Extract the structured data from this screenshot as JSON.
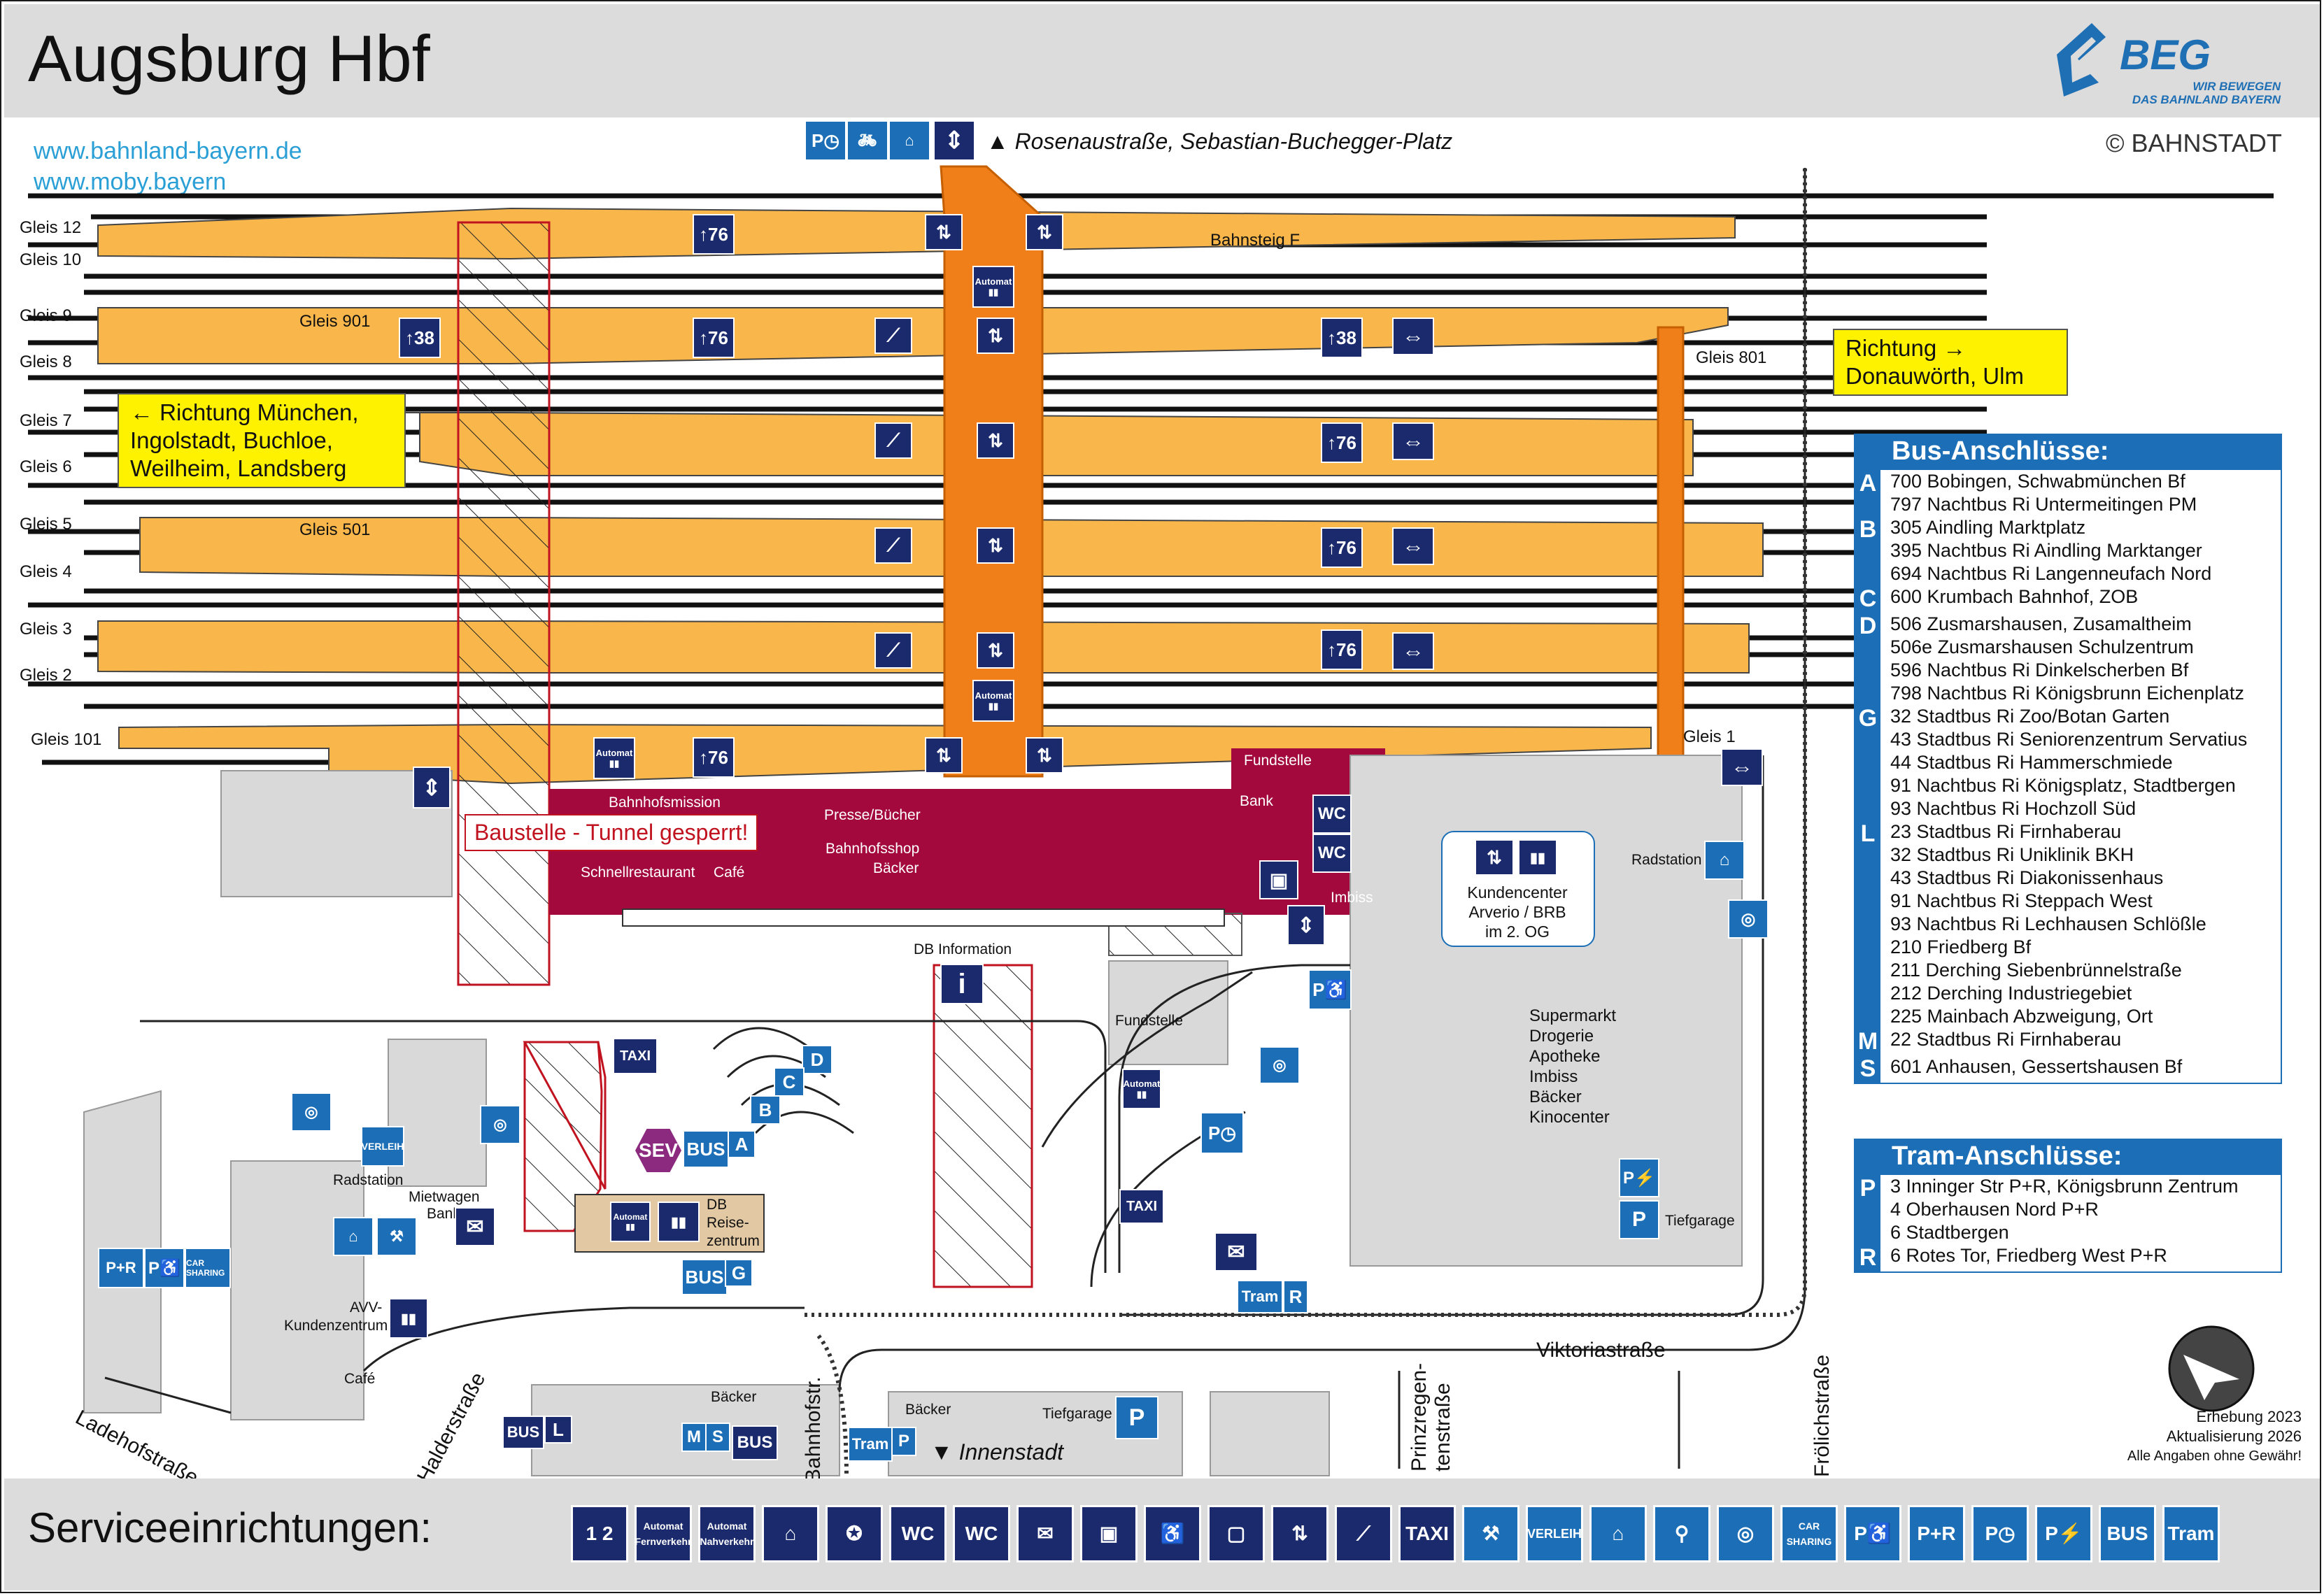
{
  "title": "Augsburg Hbf",
  "links": [
    "www.bahnland-bayern.de",
    "www.moby.bayern"
  ],
  "brand": {
    "name": "BEG",
    "slogan_1": "WIR BEWEGEN",
    "slogan_2": "DAS BAHNLAND BAYERN",
    "copyright": "© BAHNSTADT"
  },
  "colors": {
    "platform": "#f9b64a",
    "tunnel": "#f07f1a",
    "building_red": "#a3093d",
    "navy": "#1a2a6c",
    "blue": "#1c6fb7",
    "yellow": "#fff200",
    "grey_area": "#d9d9d9",
    "construction": "#c1121f",
    "sev": "#8b2a7e"
  },
  "north_entry": {
    "label": "Rosenaustraße, Sebastian-Buchegger-Platz",
    "icons": [
      "parking-time-icon",
      "bicycle-icon",
      "bicycle-rental-icon",
      "elevator-icon"
    ]
  },
  "tracks": [
    {
      "label": "Gleis 12"
    },
    {
      "label": "Gleis 10"
    },
    {
      "label": "Gleis 9"
    },
    {
      "label": "Gleis 8"
    },
    {
      "label": "Gleis 7"
    },
    {
      "label": "Gleis 6"
    },
    {
      "label": "Gleis 5"
    },
    {
      "label": "Gleis 4"
    },
    {
      "label": "Gleis 3"
    },
    {
      "label": "Gleis 2"
    },
    {
      "label": "Gleis 101"
    }
  ],
  "track_extra": {
    "g901": "Gleis 901",
    "g501": "Gleis 501",
    "g801": "Gleis 801",
    "g1": "Gleis 1",
    "bahnsteig_f": "Bahnsteig F"
  },
  "direction_boxes": {
    "muenchen": [
      "← Richtung München,",
      "Ingolstadt, Buchloe,",
      "Weilheim, Landsberg"
    ],
    "ulm": [
      "Richtung           →",
      "Donauwörth, Ulm"
    ]
  },
  "platform_heights": {
    "h76": "76",
    "h38": "38"
  },
  "automat": "Automat",
  "building_labels": {
    "bahnhofsmission": "Bahnhofsmission",
    "presse": "Presse/Bücher",
    "bahnhofsshop": "Bahnhofsshop",
    "baecker": "Bäcker",
    "schnellrestaurant": "Schnellrestaurant",
    "cafe": "Café",
    "fundstelle": "Fundstelle",
    "bank": "Bank",
    "imbiss": "Imbiss",
    "wc": "WC",
    "db_information": "DB Information",
    "fundstelle2": "Fundstelle",
    "radstation": "Radstation",
    "radstation2": "Radstation",
    "mietwagen": "Mietwagen",
    "bank2": "Bank",
    "avv": "AVV-",
    "avv2": "Kundenzentrum",
    "cafe2": "Café",
    "db_reise": "DB",
    "db_reise2": "Reise-",
    "db_reise3": "zentrum",
    "baecker2": "Bäcker",
    "baecker3": "Bäcker",
    "tiefgarage": "Tiefgarage",
    "tiefgarage2": "Tiefgarage",
    "shops": [
      "Supermarkt",
      "Drogerie",
      "Apotheke",
      "Imbiss",
      "Bäcker",
      "Kinocenter"
    ]
  },
  "warning": "Baustelle - Tunnel gesperrt!",
  "kundencenter": [
    "Kundencenter",
    "Arverio / BRB",
    "im 2. OG"
  ],
  "streets": {
    "ladehof": "Ladehofstraße",
    "halder": "Halderstraße",
    "bahnhof": "Bahnhofstr.",
    "prinz1": "Prinzregen-",
    "prinz2": "tenstraße",
    "viktoria": "Viktoriastraße",
    "froelich": "Frölichstraße",
    "innenstadt": "Innenstadt"
  },
  "stop_letters": {
    "A": "A",
    "B": "B",
    "C": "C",
    "D": "D",
    "G": "G",
    "L": "L",
    "M": "M",
    "S": "S",
    "R": "R",
    "P": "P"
  },
  "transport": {
    "bus": "BUS",
    "taxi": "TAXI",
    "tram": "Tram",
    "sev": "SEV",
    "wc": "WC"
  },
  "bus_panel": {
    "heading": "Bus-Anschlüsse:",
    "groups": [
      {
        "letter": "A",
        "lines": [
          "700 Bobingen, Schwabmünchen Bf",
          "797 Nachtbus Ri Untermeitingen PM"
        ]
      },
      {
        "letter": "B",
        "lines": [
          "305 Aindling Marktplatz",
          "395 Nachtbus Ri Aindling Marktanger",
          "694 Nachtbus Ri Langenneufach Nord"
        ]
      },
      {
        "letter": "C",
        "lines": [
          "600 Krumbach Bahnhof, ZOB"
        ]
      },
      {
        "letter": "D",
        "lines": [
          "506 Zusmarshausen, Zusamaltheim",
          "506e Zusmarshausen Schulzentrum",
          "596 Nachtbus Ri Dinkelscherben Bf",
          "798 Nachtbus Ri Königsbrunn Eichenplatz"
        ]
      },
      {
        "letter": "G",
        "lines": [
          "32 Stadtbus Ri Zoo/Botan Garten",
          "43 Stadtbus Ri Seniorenzentrum Servatius",
          "44 Stadtbus Ri Hammerschmiede",
          "91 Nachtbus Ri Königsplatz, Stadtbergen",
          "93 Nachtbus Ri Hochzoll Süd"
        ]
      },
      {
        "letter": "L",
        "lines": [
          "23 Stadtbus Ri Firnhaberau",
          "32 Stadtbus Ri Uniklinik BKH",
          "43 Stadtbus Ri Diakonissenhaus",
          "91 Nachtbus Ri Steppach West",
          "93 Nachtbus Ri Lechhausen Schlößle",
          "210 Friedberg Bf",
          "211 Derching Siebenbrünnelstraße",
          "212 Derching Industriegebiet",
          "225 Mainbach Abzweigung, Ort"
        ]
      },
      {
        "letter": "M",
        "lines": [
          "22 Stadtbus Ri Firnhaberau"
        ]
      },
      {
        "letter": "S",
        "lines": [
          "601 Anhausen, Gessertshausen Bf"
        ]
      }
    ]
  },
  "tram_panel": {
    "heading": "Tram-Anschlüsse:",
    "groups": [
      {
        "letter": "P",
        "lines": [
          "3 Inninger Str P+R, Königsbrunn Zentrum",
          "4 Oberhausen Nord P+R",
          "6 Stadtbergen"
        ]
      },
      {
        "letter": "R",
        "lines": [
          "6 Rotes Tor, Friedberg West P+R"
        ]
      }
    ]
  },
  "footer": {
    "title": "Serviceeinrichtungen:",
    "legend_icons": [
      {
        "name": "ticket-machine-icon",
        "label": "1 2",
        "color": "navy"
      },
      {
        "name": "ticket-machine-long-distance-icon",
        "label": "Automat Fernverkehr",
        "color": "navy"
      },
      {
        "name": "ticket-machine-regional-icon",
        "label": "Automat Nahverkehr",
        "color": "navy"
      },
      {
        "name": "waiting-room-icon",
        "label": "⌂",
        "color": "navy"
      },
      {
        "name": "police-icon",
        "label": "✪",
        "color": "navy"
      },
      {
        "name": "accessible-wc-icon",
        "label": "WC",
        "color": "navy"
      },
      {
        "name": "wc-icon",
        "label": "WC",
        "color": "navy"
      },
      {
        "name": "post-icon",
        "label": "✉",
        "color": "navy"
      },
      {
        "name": "luggage-locker-icon",
        "label": "▣",
        "color": "navy"
      },
      {
        "name": "mobility-service-icon",
        "label": "♿",
        "color": "navy"
      },
      {
        "name": "luggage-service-icon",
        "label": "▢",
        "color": "navy"
      },
      {
        "name": "elevator-icon",
        "label": "⇅",
        "color": "navy"
      },
      {
        "name": "escalator-icon",
        "label": "⟋",
        "color": "navy"
      },
      {
        "name": "taxi-icon",
        "label": "TAXI",
        "color": "navy"
      },
      {
        "name": "bicycle-repair-icon",
        "label": "⚒",
        "color": "blue"
      },
      {
        "name": "bicycle-rental-icon",
        "label": "VERLEIH",
        "color": "blue"
      },
      {
        "name": "bicycle-station-icon",
        "label": "⌂",
        "color": "blue"
      },
      {
        "name": "bicycle-box-icon",
        "label": "⚲",
        "color": "blue"
      },
      {
        "name": "bicycle-parking-icon",
        "label": "◎",
        "color": "blue"
      },
      {
        "name": "car-sharing-icon",
        "label": "CAR SHARING",
        "color": "blue"
      },
      {
        "name": "disabled-parking-icon",
        "label": "P♿",
        "color": "blue"
      },
      {
        "name": "park-and-ride-icon",
        "label": "P+R",
        "color": "blue"
      },
      {
        "name": "short-term-parking-icon",
        "label": "P◷",
        "color": "blue"
      },
      {
        "name": "ev-charging-parking-icon",
        "label": "P⚡",
        "color": "blue"
      },
      {
        "name": "bus-icon",
        "label": "BUS",
        "color": "blue"
      },
      {
        "name": "tram-icon",
        "label": "Tram",
        "color": "blue"
      }
    ]
  },
  "survey": [
    "Erhebung 2023",
    "Aktualisierung 2026",
    "Alle Angaben ohne Gewähr!"
  ]
}
